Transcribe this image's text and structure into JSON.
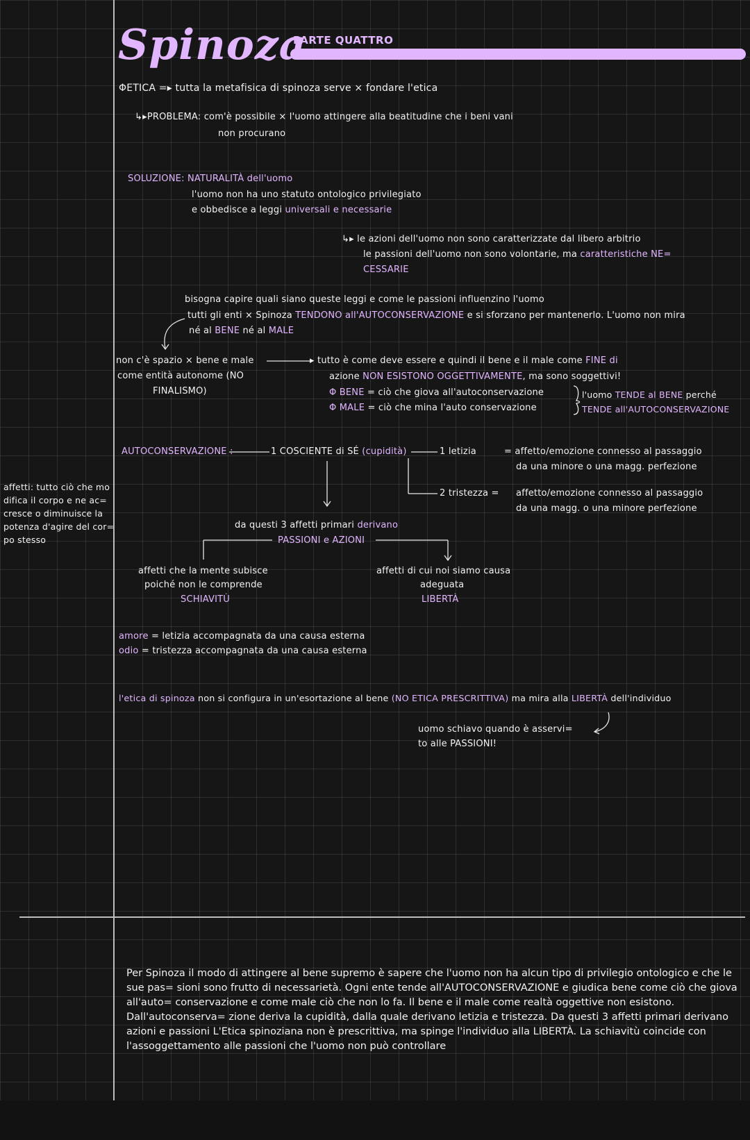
{
  "header": {
    "title": "Spinoza",
    "part": "PARTE QUATTRO"
  },
  "notes": {
    "etica": "ΦETICA =▸ tutta la metafisica di spinoza serve × fondare l'etica",
    "problema_1": "↳▸PROBLEMA: com'è possibile × l'uomo attingere alla beatitudine che i beni vani",
    "problema_2": "non procurano",
    "soluzione": "SOLUZIONE: NATURALITÀ dell'uomo",
    "soluzione_1": "l'uomo non ha uno statuto ontologico privilegiato",
    "soluzione_2a": "e obbedisce a leggi ",
    "soluzione_2b": "universali e necessarie",
    "azioni_1": "↳▸ le azioni dell'uomo non sono caratterizzate dal libero arbitrio",
    "azioni_2a": "le passioni dell'uomo non sono volontarie, ma ",
    "azioni_2b": "caratteristiche NE=",
    "azioni_3": "CESSARIE",
    "bisogna": "bisogna capire quali siano queste leggi e come le passioni influenzino l'uomo",
    "enti_1a": "tutti gli enti × Spinoza ",
    "enti_1b": "TENDONO all'AUTOCONSERVAZIONE",
    "enti_1c": " e si sforzano per mantenerlo. L'uomo non mira",
    "enti_2a": "né al ",
    "enti_2b": "BENE",
    "enti_2c": " né al ",
    "enti_2d": "MALE",
    "non_ce_1": "non c'è spazio × bene e male",
    "non_ce_2": "come entità autonome (NO",
    "non_ce_3": "FINALISMO)",
    "tutto_1a": "▸ tutto è come deve essere e quindi il bene e il male come ",
    "tutto_1b": "FINE di",
    "tutto_2a": "azione ",
    "tutto_2b": "NON ESISTONO OGGETTIVAMENTE",
    "tutto_2c": ", ma sono soggettivi!",
    "bene_a": "Φ BENE",
    "bene_b": " = ciò che giova all'autoconservazione",
    "male_a": "Φ MALE",
    "male_b": " = ciò che mina l'auto conservazione",
    "tende_1a": "l'uomo ",
    "tende_1b": "TENDE al BENE",
    "tende_1c": " perché",
    "tende_2": "TENDE all'AUTOCONSERVAZIONE",
    "autocons": "AUTOCONSERVAZIONE :",
    "cosciente_a": "1 COSCIENTE di SÉ ",
    "cosciente_b": "(cupidità)",
    "letizia_a": "1 ",
    "letizia_b": "letizia",
    "letizia_def_1": "= affetto/emozione connesso al passaggio",
    "letizia_def_2": "da una minore o una magg. perfezione",
    "tristezza_a": "2 ",
    "tristezza_b": "tristezza",
    "tristezza_c": " =",
    "tristezza_def_1": "affetto/emozione connesso al passaggio",
    "tristezza_def_2": "da una magg. o una minore perfezione",
    "affetti_margin": [
      "affetti: tutto ciò che mo",
      "difica il corpo e ne ac=",
      "cresce o diminuisce la",
      "potenza d'agire del cor=",
      "po stesso"
    ],
    "tre_affetti_a": "da questi 3 affetti primari ",
    "tre_affetti_b": "derivano",
    "passioni_azioni": "PASSIONI e AZIONI",
    "subisce_1": "affetti che la mente subisce",
    "subisce_2": "poiché non le comprende",
    "schiavitu": "SCHIAVITÙ",
    "causa_1": "affetti di cui noi siamo causa",
    "causa_2": "adeguata",
    "liberta": "LIBERTÀ",
    "amore_a": "amore",
    "amore_b": " = letizia accompagnata da una causa esterna",
    "odio_a": "odio",
    "odio_b": " = tristezza accompagnata da una causa esterna",
    "etica_concl_a": "l'etica di spinoza ",
    "etica_concl_b": "non si configura in un'esortazione al bene ",
    "etica_concl_c": "(NO ETICA PRESCRITTIVA)",
    "etica_concl_d": " ma mira alla ",
    "etica_concl_e": "LIBERTÀ",
    "etica_concl_f": " dell'individuo",
    "schiavo_1": "uomo schiavo quando è asservi=",
    "schiavo_2": "to alle PASSIONI!"
  },
  "summary": "Per Spinoza il modo di attingere al bene supremo è sapere che l'uomo non ha alcun tipo di privilegio ontologico e che le sue pas= sioni sono frutto di necessarietà. Ogni ente tende all'AUTOCONSERVAZIONE e giudica bene come ciò che giova all'auto= conservazione e come male ciò che non lo fa. Il bene e il male come realtà oggettive non esistono. Dall'autoconserva= zione deriva la cupidità, dalla quale derivano letizia e tristezza. Da questi 3 affetti primari derivano azioni e passioni L'Etica spinoziana non è prescrittiva, ma spinge l'individuo alla LIBERTÀ. La schiavitù coincide con l'assoggettamento alle passioni che l'uomo non può controllare",
  "colors": {
    "accent": "#e2b6ff",
    "text": "#f2f2f2",
    "background": "#161616"
  }
}
